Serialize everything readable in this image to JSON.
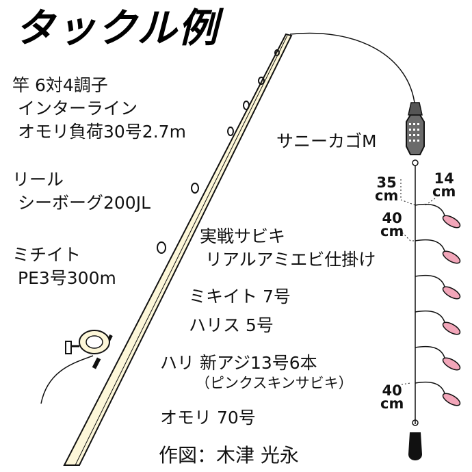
{
  "title": "タックル例",
  "rod": {
    "label": "竿 6対4調子",
    "line2": "インターライン",
    "line3": "オモリ負荷30号2.7m"
  },
  "reel": {
    "label": "リール",
    "line2": "シーボーグ200JL"
  },
  "main_line": {
    "label": "ミチイト",
    "line2": "PE3号300m"
  },
  "rig": {
    "label": "実戦サビキ",
    "line2": "リアルアミエビ仕掛け",
    "mikito": "ミキイト 7号",
    "harisu": "ハリス 5号",
    "hook": "ハリ 新アジ13号6本",
    "hook_note": "（ピンクスキンサビキ）",
    "sinker": "オモリ 70号"
  },
  "basket": "サニーカゴM",
  "measurements": {
    "m35": "35",
    "m35_unit": "cm",
    "m14": "14",
    "m14_unit": "cm",
    "m40a": "40",
    "m40a_unit": "cm",
    "m40b": "40",
    "m40b_unit": "cm"
  },
  "credit": "作図：木津 光永"
}
